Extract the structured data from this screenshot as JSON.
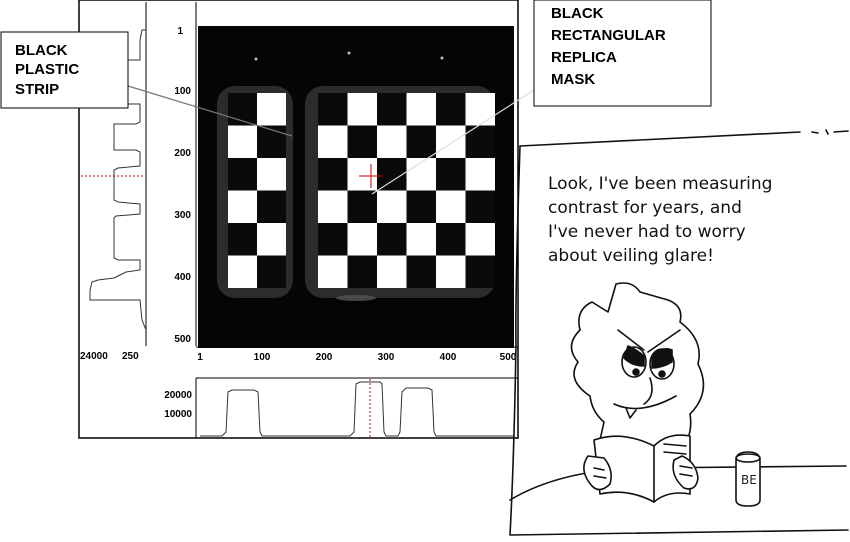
{
  "callouts": {
    "strip": [
      "BLACK",
      "PLASTIC",
      "STRIP"
    ],
    "mask": [
      "BLACK",
      "RECTANGULAR",
      "REPLICA",
      "MASK"
    ]
  },
  "image_panel": {
    "y_ticks": [
      "1",
      "100",
      "200",
      "300",
      "400",
      "500"
    ],
    "x_ticks": [
      "1",
      "100",
      "200",
      "300",
      "400",
      "500"
    ],
    "left_profile_ticks": [
      "24000",
      "250"
    ],
    "bottom_profile_ticks": [
      "20000",
      "10000"
    ]
  },
  "cartoon": {
    "speech": [
      "Look, I've been measuring",
      "contrast for years, and",
      "I've never had to worry",
      "about veiling glare!"
    ],
    "can_label": "BE"
  },
  "colors": {
    "crosshair": "#cc0000",
    "checker_dark": "#0a0a0a",
    "checker_light": "#ffffff",
    "background": "#ffffff"
  }
}
